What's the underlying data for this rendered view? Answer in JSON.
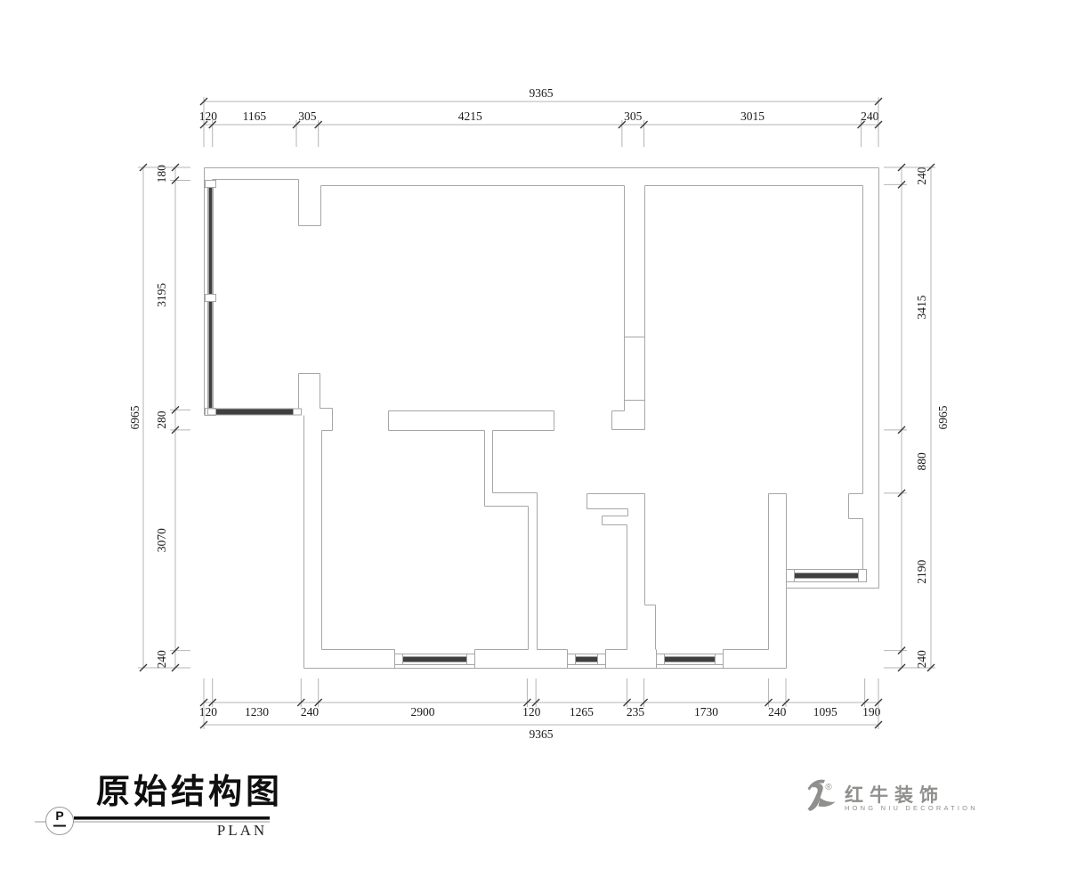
{
  "drawing": {
    "title": "原始结构图",
    "title_en": "PLAN",
    "section_symbol": "P"
  },
  "logo": {
    "company_name": "红牛装饰",
    "company_name_en": "HONG NIU DECORATION",
    "registered_mark": "®"
  },
  "dimensions": {
    "top": {
      "total": "9365",
      "segments": [
        "120",
        "1165",
        "305",
        "4215",
        "305",
        "3015",
        "240"
      ]
    },
    "bottom": {
      "total": "9365",
      "segments": [
        "120",
        "1230",
        "240",
        "2900",
        "120",
        "1265",
        "235",
        "1730",
        "240",
        "1095",
        "190"
      ]
    },
    "left": {
      "total": "6965",
      "segments": [
        "180",
        "3195",
        "280",
        "3070",
        "240"
      ]
    },
    "right": {
      "total": "6965",
      "segments": [
        "240",
        "3415",
        "880",
        "2190",
        "240"
      ]
    }
  },
  "colors": {
    "wall_line": "#a6a6a6",
    "dimension_line": "#b4b4b4",
    "dimension_text": "#1b1b1b",
    "window_glass": "#3f3f3f",
    "title_text": "#0f0f0f",
    "logo_gray": "#8f8f8d"
  }
}
